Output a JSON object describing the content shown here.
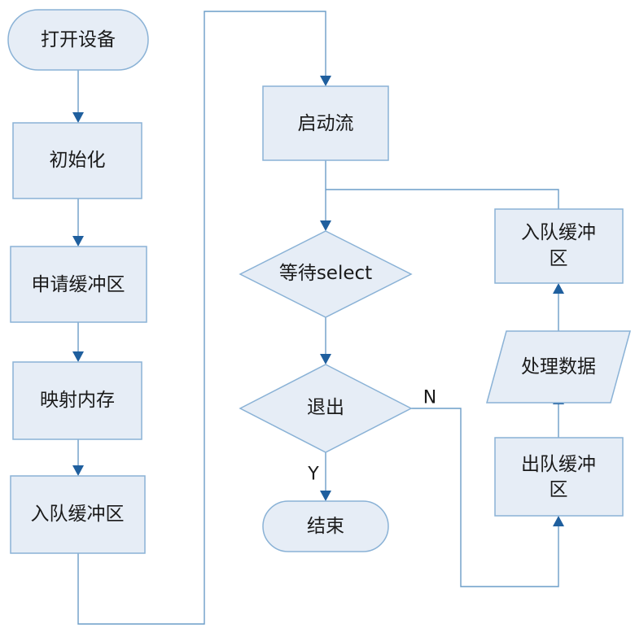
{
  "nodes": {
    "open_device": "打开设备",
    "init": "初始化",
    "request_buffer": "申请缓冲区",
    "map_memory": "映射内存",
    "enqueue_buffer": "入队缓冲区",
    "start_stream": "启动流",
    "wait_select": "等待select",
    "exit_check": "退出",
    "end": "结束",
    "enqueue_buffer_loop_line1": "入队缓冲",
    "enqueue_buffer_loop_line2": "区",
    "process_data": "处理数据",
    "dequeue_buffer_line1": "出队缓冲",
    "dequeue_buffer_line2": "区"
  },
  "edge_labels": {
    "yes": "Y",
    "no": "N"
  },
  "colors": {
    "shape_fill": "#e6edf6",
    "shape_stroke": "#8ab2d6",
    "connector": "#6c9dc8",
    "arrowhead": "#1f5f9e"
  }
}
